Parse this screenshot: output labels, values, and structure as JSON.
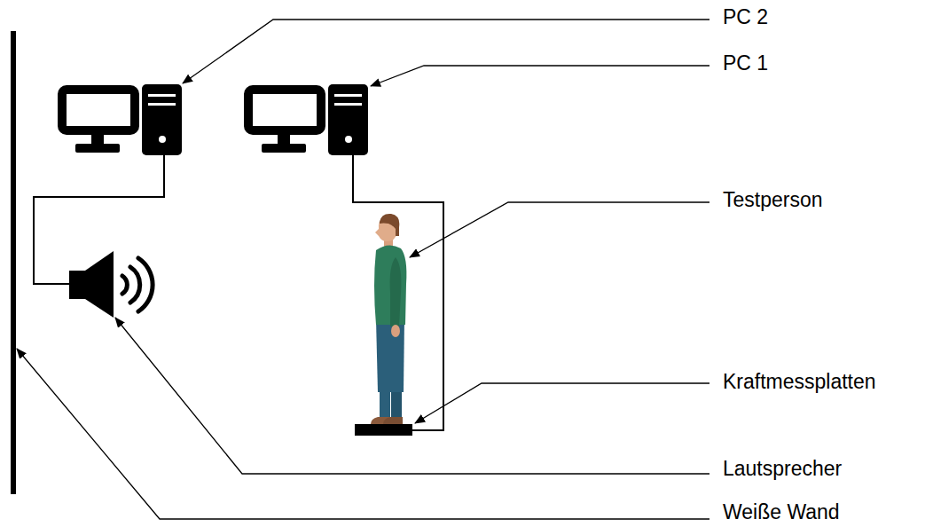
{
  "diagram": {
    "labels": [
      "PC 2",
      "PC 1",
      "Testperson",
      "Kraftmessplatten",
      "Lautsprecher",
      "Weiße Wand"
    ]
  }
}
